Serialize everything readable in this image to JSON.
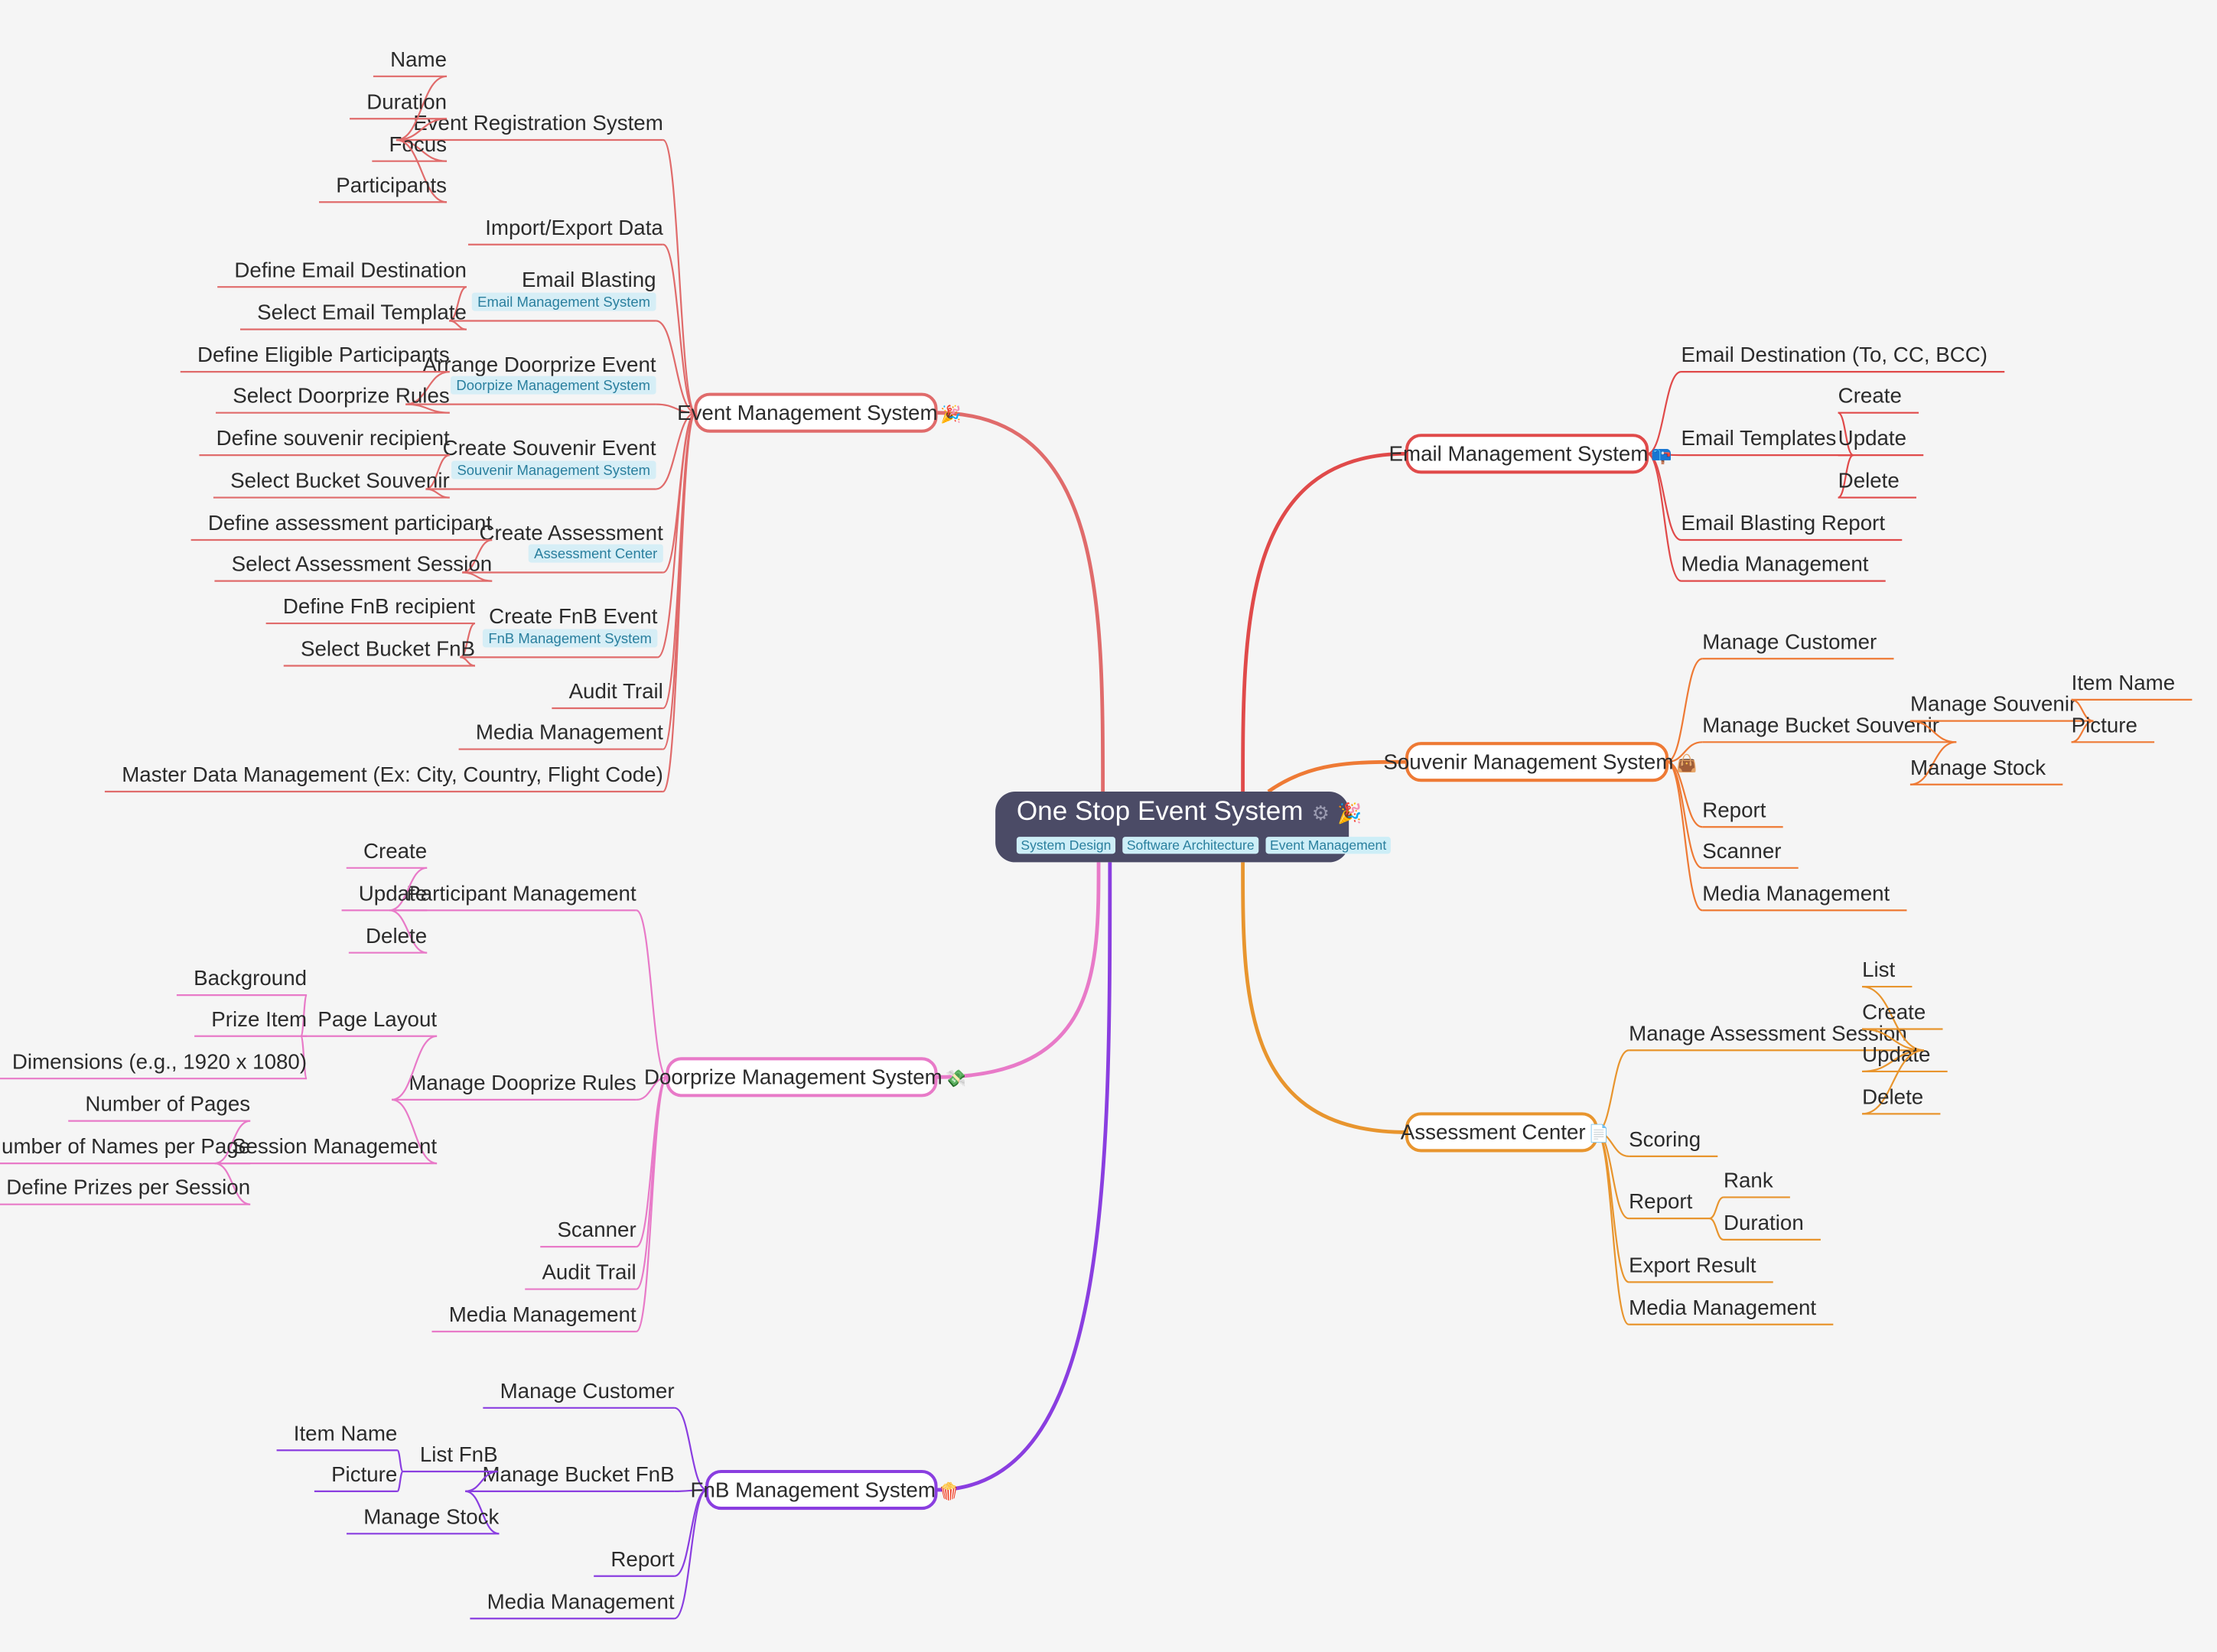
{
  "map": {
    "root": {
      "label": "One Stop Event System",
      "icons": [
        "gear-icon",
        "party-popper-icon"
      ],
      "tags": [
        "System Design",
        "Software Architecture",
        "Event Management"
      ]
    },
    "branches": [
      {
        "id": "event",
        "label": "Event Management System",
        "icon": "party-popper-icon",
        "color": "#e06b6b",
        "children": [
          {
            "label": "Event Registration System",
            "children": [
              {
                "label": "Name"
              },
              {
                "label": "Duration"
              },
              {
                "label": "Focus"
              },
              {
                "label": "Participants"
              }
            ]
          },
          {
            "label": "Import/Export Data"
          },
          {
            "label": "Email Blasting",
            "tag": "Email Management System",
            "children": [
              {
                "label": "Define Email Destination"
              },
              {
                "label": "Select Email Template"
              }
            ]
          },
          {
            "label": "Arrange Doorprize Event",
            "tag": "Doorpize Management System",
            "children": [
              {
                "label": "Define Eligible Participants"
              },
              {
                "label": "Select Doorprize Rules"
              }
            ]
          },
          {
            "label": "Create Souvenir Event",
            "tag": "Souvenir Management System",
            "children": [
              {
                "label": "Define souvenir recipient"
              },
              {
                "label": "Select Bucket Souvenir"
              }
            ]
          },
          {
            "label": "Create Assessment",
            "tag": "Assessment Center",
            "children": [
              {
                "label": "Define assessment participant"
              },
              {
                "label": "Select Assessment Session"
              }
            ]
          },
          {
            "label": "Create FnB Event",
            "tag": "FnB Management System",
            "children": [
              {
                "label": "Define FnB recipient"
              },
              {
                "label": "Select Bucket FnB"
              }
            ]
          },
          {
            "label": "Audit Trail"
          },
          {
            "label": "Media Management"
          },
          {
            "label": "Master Data Management (Ex: City, Country, Flight Code)"
          }
        ]
      },
      {
        "id": "doorprize",
        "label": "Doorprize Management System",
        "icon": "money-with-wings-icon",
        "color": "#e87ac8",
        "children": [
          {
            "label": "Participant Management",
            "children": [
              {
                "label": "Create"
              },
              {
                "label": "Update"
              },
              {
                "label": "Delete"
              }
            ]
          },
          {
            "label": "Manage Dooprize Rules",
            "children": [
              {
                "label": "Page Layout",
                "children": [
                  {
                    "label": "Background"
                  },
                  {
                    "label": "Prize Item"
                  },
                  {
                    "label": "Dimensions (e.g., 1920 x 1080)"
                  }
                ]
              },
              {
                "label": "Session Management",
                "children": [
                  {
                    "label": "Number of Pages"
                  },
                  {
                    "label": "Number of Names per Page"
                  },
                  {
                    "label": "Define Prizes per Session"
                  }
                ]
              }
            ]
          },
          {
            "label": "Scanner"
          },
          {
            "label": "Audit Trail"
          },
          {
            "label": "Media Management"
          }
        ]
      },
      {
        "id": "fnb",
        "label": "FnB Management System",
        "icon": "popcorn-icon",
        "color": "#8a3ee0",
        "children": [
          {
            "label": "Manage Customer"
          },
          {
            "label": "Manage Bucket FnB",
            "children": [
              {
                "label": "List FnB",
                "children": [
                  {
                    "label": "Item Name"
                  },
                  {
                    "label": "Picture"
                  }
                ]
              },
              {
                "label": "Manage Stock"
              }
            ]
          },
          {
            "label": "Report"
          },
          {
            "label": "Media Management"
          }
        ]
      },
      {
        "id": "email",
        "label": "Email Management System",
        "icon": "mailbox-icon",
        "color": "#e04a4a",
        "children": [
          {
            "label": "Email Destination (To, CC, BCC)"
          },
          {
            "label": "Email Templates",
            "children": [
              {
                "label": "Create"
              },
              {
                "label": "Update"
              },
              {
                "label": "Delete"
              }
            ]
          },
          {
            "label": "Email Blasting Report"
          },
          {
            "label": "Media Management"
          }
        ]
      },
      {
        "id": "souvenir",
        "label": "Souvenir Management System",
        "icon": "shopping-bag-icon",
        "color": "#ee7a35",
        "children": [
          {
            "label": "Manage Customer"
          },
          {
            "label": "Manage Bucket Souvenir",
            "children": [
              {
                "label": "Manage Souvenir",
                "children": [
                  {
                    "label": "Item Name"
                  },
                  {
                    "label": "Picture"
                  }
                ]
              },
              {
                "label": "Manage Stock"
              }
            ]
          },
          {
            "label": "Report"
          },
          {
            "label": "Scanner"
          },
          {
            "label": "Media Management"
          }
        ]
      },
      {
        "id": "assessment",
        "label": "Assessment Center",
        "icon": "document-icon",
        "color": "#e8952e",
        "children": [
          {
            "label": "Manage Assessment Session",
            "children": [
              {
                "label": "List"
              },
              {
                "label": "Create"
              },
              {
                "label": "Update"
              },
              {
                "label": "Delete"
              }
            ]
          },
          {
            "label": "Scoring"
          },
          {
            "label": "Report",
            "children": [
              {
                "label": "Rank"
              },
              {
                "label": "Duration"
              }
            ]
          },
          {
            "label": "Export Result"
          },
          {
            "label": "Media Management"
          }
        ]
      }
    ]
  }
}
